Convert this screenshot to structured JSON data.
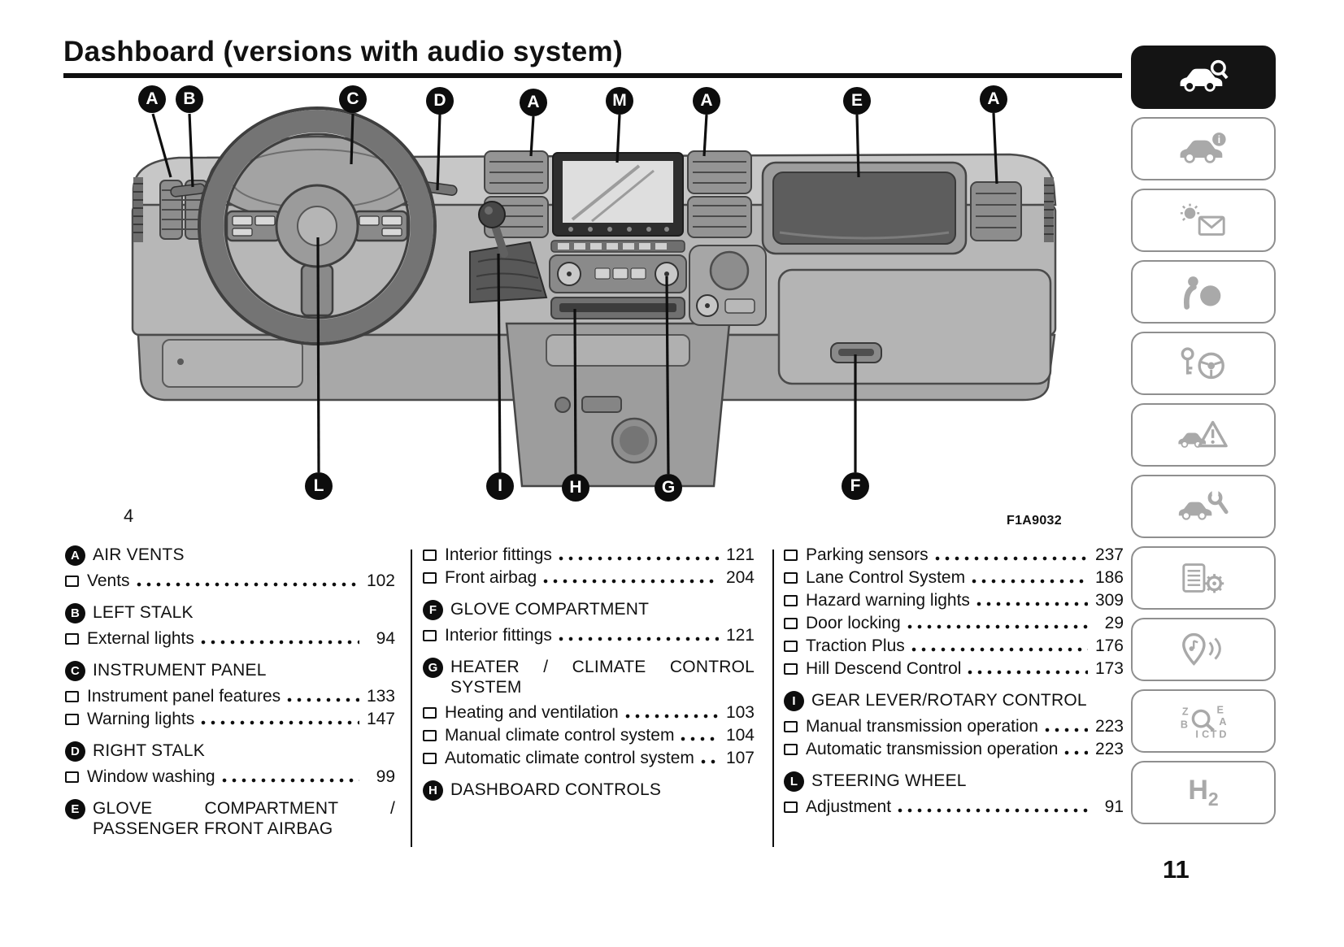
{
  "page": {
    "title": "Dashboard (versions with audio system)",
    "number": "11"
  },
  "figure": {
    "number": "4",
    "code": "F1A9032",
    "callouts_top": [
      "A",
      "B",
      "C",
      "D",
      "A",
      "M",
      "A",
      "E",
      "A"
    ],
    "callouts_bottom": [
      "L",
      "I",
      "H",
      "G",
      "F"
    ]
  },
  "sidebar": {
    "tabs": [
      {
        "icon": "car-search",
        "selected": true
      },
      {
        "icon": "car-info",
        "selected": false
      },
      {
        "icon": "bulb-mail",
        "selected": false
      },
      {
        "icon": "person-airbag",
        "selected": false
      },
      {
        "icon": "key-steering",
        "selected": false
      },
      {
        "icon": "car-warning",
        "selected": false
      },
      {
        "icon": "car-wrench",
        "selected": false
      },
      {
        "icon": "list-gear",
        "selected": false
      },
      {
        "icon": "music-pin",
        "selected": false
      },
      {
        "icon": "letters-search",
        "selected": false
      },
      {
        "icon": "h2",
        "selected": false,
        "label_main": "H",
        "label_sub": "2"
      }
    ]
  },
  "index": {
    "columns": [
      {
        "sections": [
          {
            "letter": "A",
            "title": "AIR VENTS",
            "entries": [
              {
                "label": "Vents",
                "page": "102"
              }
            ]
          },
          {
            "letter": "B",
            "title": "LEFT STALK",
            "entries": [
              {
                "label": "External lights",
                "page": "94"
              }
            ]
          },
          {
            "letter": "C",
            "title": "INSTRUMENT PANEL",
            "entries": [
              {
                "label": "Instrument panel features",
                "page": "133"
              },
              {
                "label": "Warning lights",
                "page": "147"
              }
            ]
          },
          {
            "letter": "D",
            "title": "RIGHT STALK",
            "entries": [
              {
                "label": "Window washing",
                "page": "99"
              }
            ]
          },
          {
            "letter": "E",
            "title": "GLOVE COMPARTMENT / PASSENGER FRONT AIRBAG",
            "entries": []
          }
        ]
      },
      {
        "sections": [
          {
            "letter": "",
            "title": "",
            "entries": [
              {
                "label": "Interior fittings",
                "page": "121"
              },
              {
                "label": "Front airbag",
                "page": "204"
              }
            ]
          },
          {
            "letter": "F",
            "title": "GLOVE COMPARTMENT",
            "entries": [
              {
                "label": "Interior fittings",
                "page": "121"
              }
            ]
          },
          {
            "letter": "G",
            "title": "HEATER / CLIMATE CONTROL SYSTEM",
            "entries": [
              {
                "label": "Heating and ventilation",
                "page": "103"
              },
              {
                "label": "Manual climate control system",
                "page": "104"
              },
              {
                "label": "Automatic climate control system",
                "page": "107"
              }
            ]
          },
          {
            "letter": "H",
            "title": "DASHBOARD CONTROLS",
            "entries": []
          }
        ]
      },
      {
        "sections": [
          {
            "letter": "",
            "title": "",
            "entries": [
              {
                "label": "Parking sensors",
                "page": "237"
              },
              {
                "label": "Lane Control System",
                "page": "186"
              },
              {
                "label": "Hazard warning lights",
                "page": "309"
              },
              {
                "label": "Door locking",
                "page": "29"
              },
              {
                "label": "Traction Plus",
                "page": "176"
              },
              {
                "label": "Hill Descend Control",
                "page": "173"
              }
            ]
          },
          {
            "letter": "I",
            "title": "GEAR LEVER/ROTARY CONTROL",
            "entries": [
              {
                "label": "Manual transmission operation",
                "page": "223"
              },
              {
                "label": "Automatic transmission operation",
                "page": "223"
              }
            ]
          },
          {
            "letter": "L",
            "title": "STEERING WHEEL",
            "entries": [
              {
                "label": "Adjustment",
                "page": "91"
              }
            ]
          }
        ]
      }
    ]
  }
}
